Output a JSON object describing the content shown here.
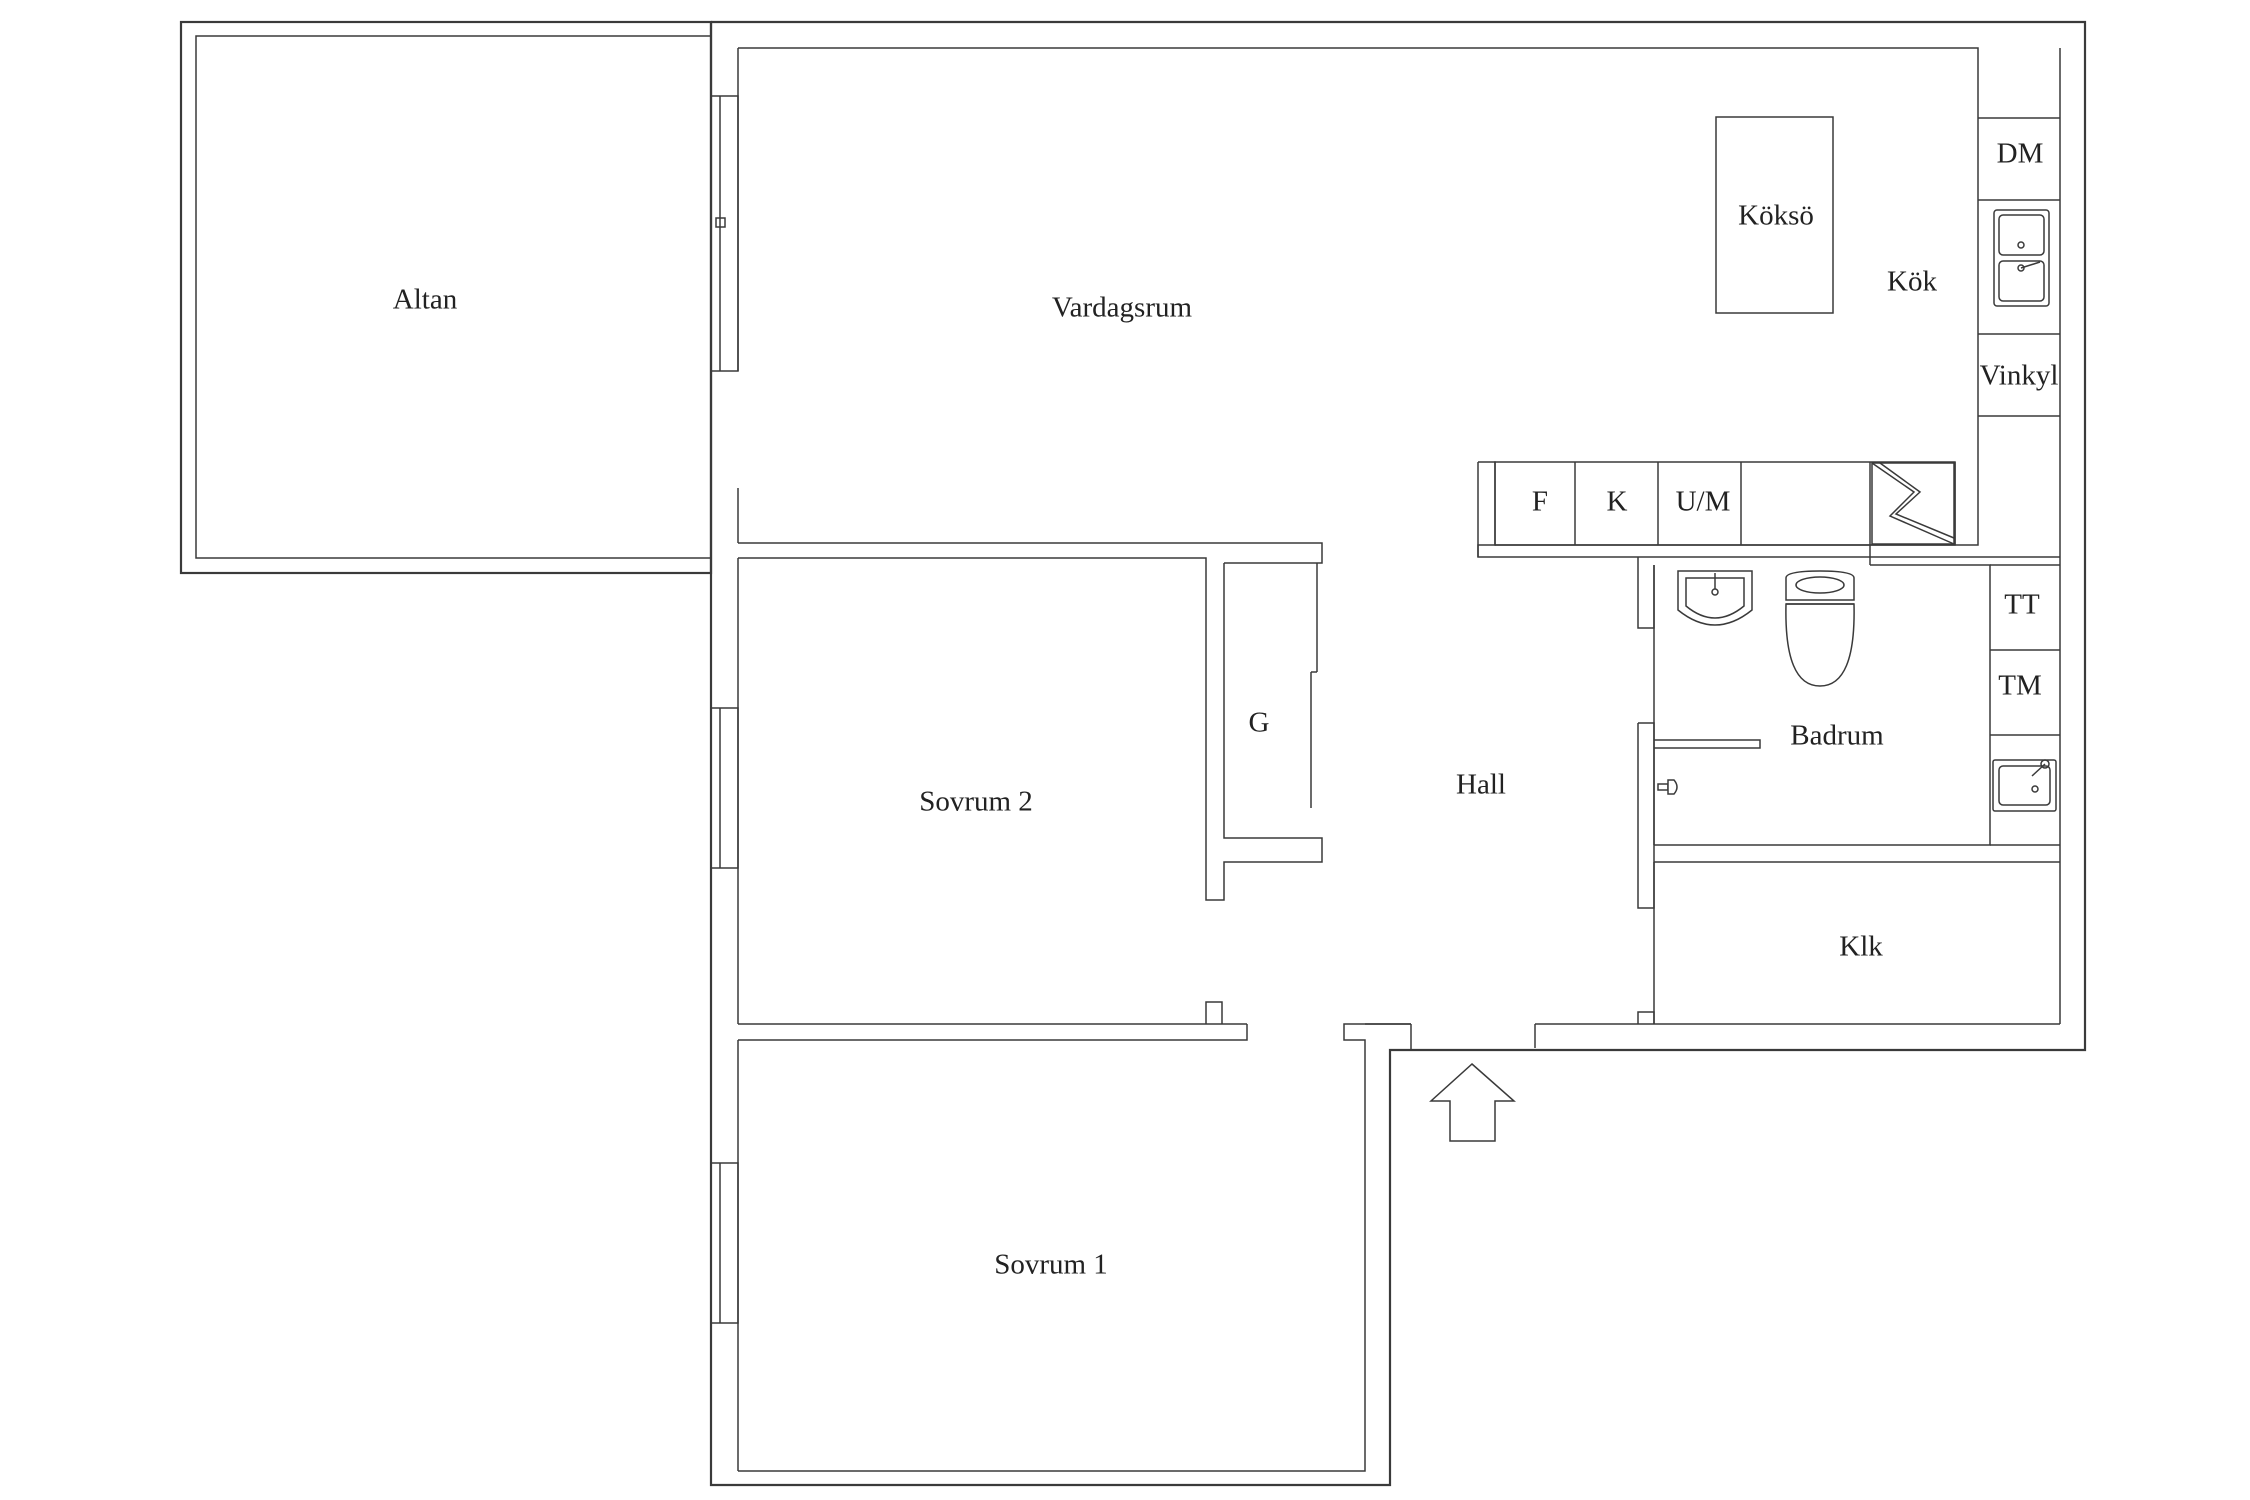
{
  "rooms": {
    "altan": "Altan",
    "vardagsrum": "Vardagsrum",
    "kok": "Kök",
    "koksoe": "Köksö",
    "sovrum2": "Sovrum 2",
    "sovrum1": "Sovrum 1",
    "hall": "Hall",
    "badrum": "Badrum",
    "klk": "Klk",
    "g": "G"
  },
  "appliances": {
    "dm": "DM",
    "vinkyl": "Vinkyl",
    "f": "F",
    "k": "K",
    "um": "U/M",
    "tt": "TT",
    "tm": "TM"
  },
  "icons": {
    "entrance": "entrance-arrow-icon",
    "kitchen_sink": "double-sink-icon",
    "stove": "stove-icon",
    "wash_basin": "wash-basin-icon",
    "toilet": "toilet-icon",
    "shower": "shower-head-icon",
    "utility_sink": "utility-sink-icon"
  },
  "colors": {
    "line": "#3a3a3a",
    "background": "#ffffff"
  }
}
